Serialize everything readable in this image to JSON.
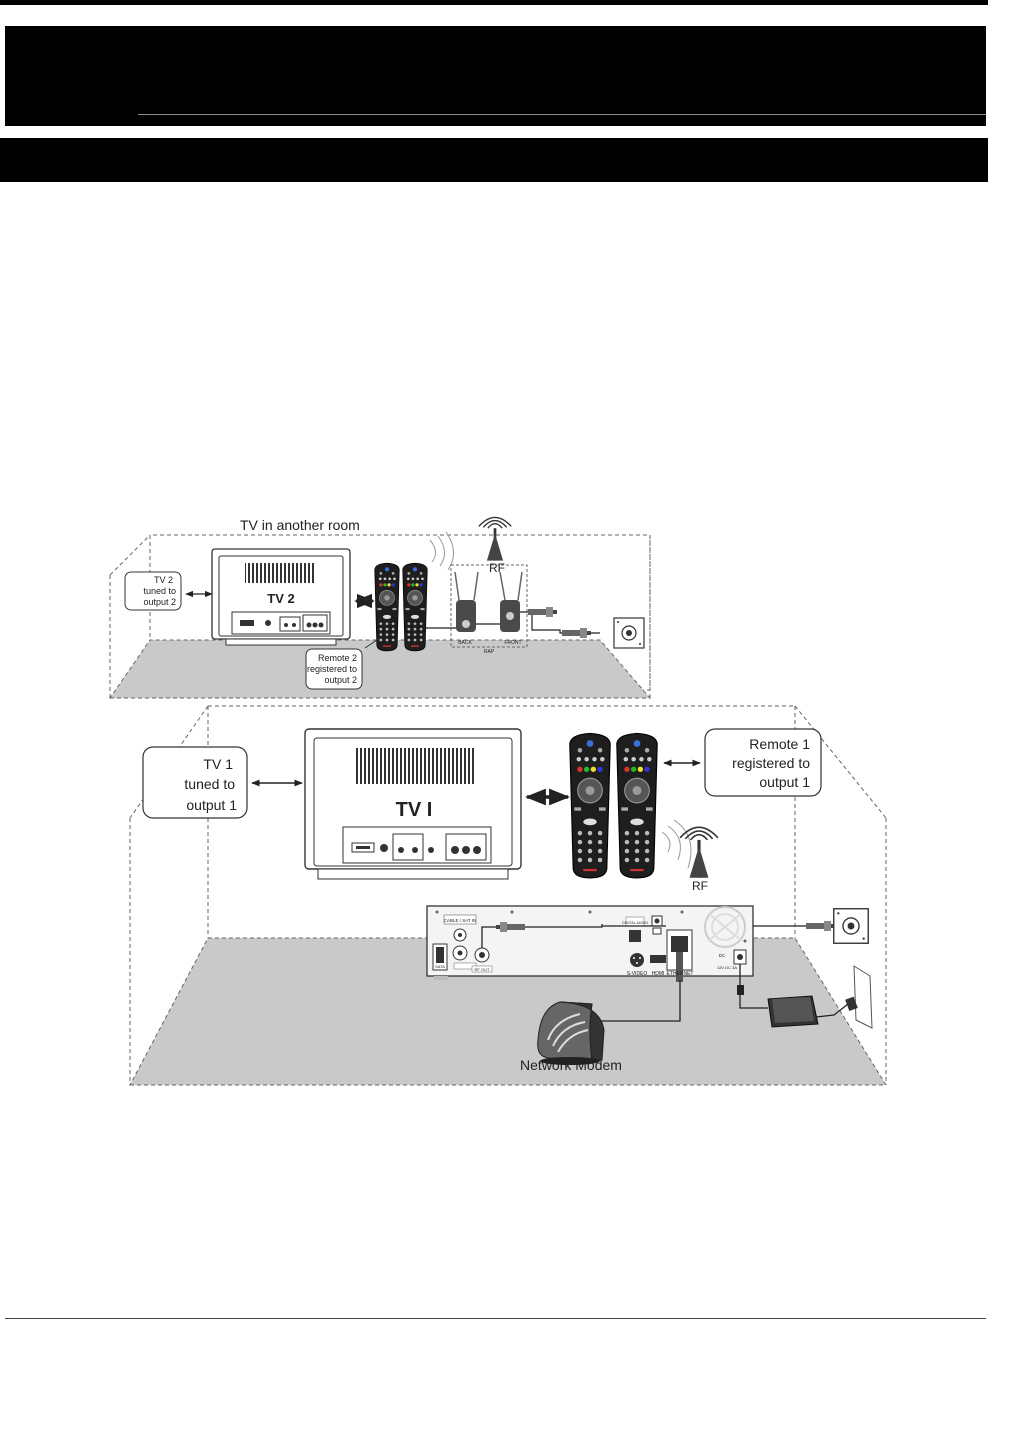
{
  "diagram": {
    "top_room": {
      "title": "TV in another room",
      "tv_label": "TV 2",
      "tv_callout": [
        "TV 2",
        "tuned to",
        "output 2"
      ],
      "remote_callout": [
        "Remote 2",
        "registered to",
        "output 2"
      ],
      "rf_label": "RF",
      "rap_back_label": "BACK",
      "rap_front_label": "FRONT",
      "rap_label": "RAP"
    },
    "bottom_room": {
      "tv_label": "TV I",
      "tv_callout": [
        "TV  1",
        "tuned to",
        "output  1"
      ],
      "remote_callout": [
        "Remote  1",
        "registered to",
        "output  1"
      ],
      "rf_label": "RF",
      "modem_label": "Network Modem",
      "receiver_ports": {
        "cable_in": "CABLE / SAT IN",
        "rf_out": "RF OUT",
        "digital_audio": "DIGITAL AUDIO",
        "svideo": "S-VIDEO",
        "hdmi": "HDMI",
        "ethernet": "ETHERNET",
        "sata": "SATA",
        "dc": "DC",
        "dc_rating": "12V DC 3A"
      }
    }
  }
}
